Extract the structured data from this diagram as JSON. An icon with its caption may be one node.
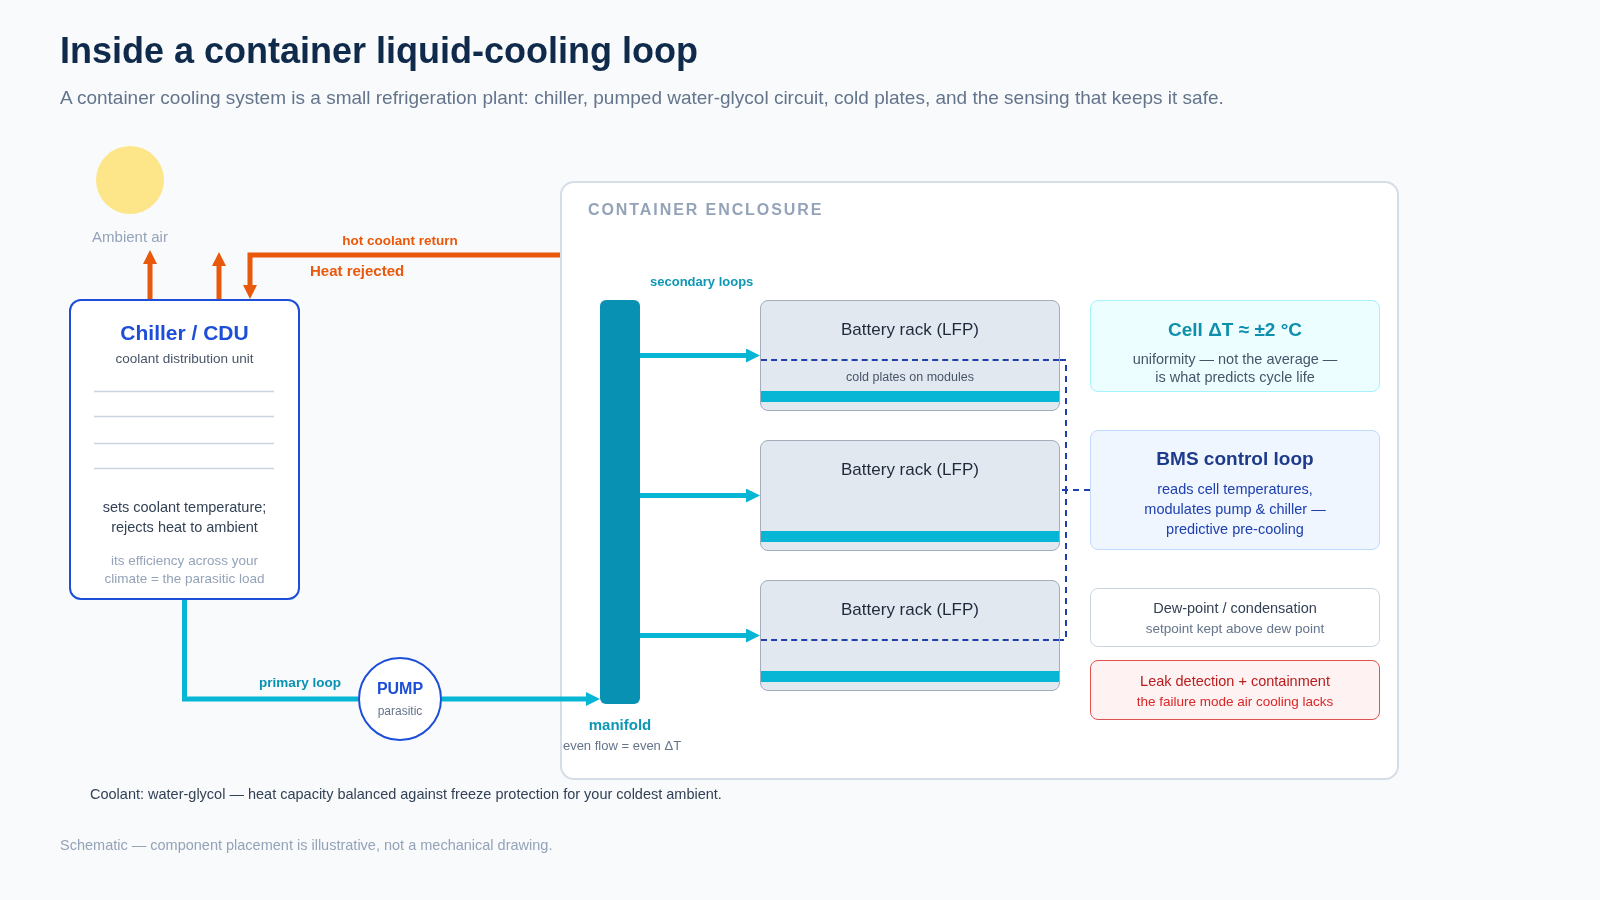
{
  "diagram": {
    "title": "Inside a container liquid-cooling loop",
    "caption": "Schematic — component placement is illustrative, not a mechanical drawing.",
    "nodes": [
      {
        "text": [
          "Ambient air"
        ]
      },
      {
        "text": [
          "Chiller / CDU",
          "coolant distribution unit",
          "sets coolant temperature; rejects heat to ambient",
          "its efficiency across your climate = the parasitic load"
        ]
      },
      {
        "text": [
          "PUMP",
          "parasitic"
        ]
      },
      {
        "text": [
          "CONTAINER ENCLOSURE"
        ]
      },
      {
        "text": [],
        "shape": "bar",
        "in": 3,
        "beside": [
          "manifold",
          "even flow = even ΔT"
        ]
      },
      {
        "text": [
          "Battery rack (LFP)",
          "cold plates on modules"
        ],
        "in": 3
      },
      {
        "text": [
          "Cell ΔT ≈ ±2 °C",
          "uniformity — not the average — is what predicts cycle life"
        ],
        "in": 3
      },
      {
        "text": [
          "Battery rack (LFP)"
        ],
        "in": 3
      },
      {
        "text": [
          "BMS control loop",
          "reads cell temperatures, modulates pump & chiller — predictive pre-cooling"
        ],
        "in": 3
      },
      {
        "text": [
          "Battery rack (LFP)"
        ],
        "in": 3
      },
      {
        "text": [
          "Dew-point / condensation",
          "setpoint kept above dew point"
        ],
        "in": 3
      },
      {
        "text": [
          "Leak detection + containment",
          "the failure mode air cooling lacks"
        ],
        "in": 3
      }
    ],
    "edges": [
      {
        "from": 1,
        "to": 0,
        "arrow": "to",
        "color": "#e8590c"
      },
      {
        "from": 1,
        "to": null,
        "arrow": "to",
        "color": "#e8590c"
      },
      {
        "from": 3,
        "to": 1,
        "arrow": "to",
        "label": "hot coolant return",
        "color": "#e8590c"
      },
      {
        "from": 1,
        "to": 2,
        "arrow": "none",
        "label": "primary loop"
      },
      {
        "from": 2,
        "to": 4,
        "arrow": "to"
      },
      {
        "from": 4,
        "to": 5,
        "arrow": "to"
      },
      {
        "from": 4,
        "to": 7,
        "arrow": "to"
      },
      {
        "from": 4,
        "to": 9,
        "arrow": "to"
      },
      {
        "from": 8,
        "to": 5,
        "arrow": "none",
        "style": "dashed",
        "color": "#1e40af"
      },
      {
        "from": 8,
        "to": 7,
        "arrow": "none",
        "style": "dashed",
        "color": "#1e40af"
      },
      {
        "from": 8,
        "to": 9,
        "arrow": "none",
        "style": "dashed",
        "color": "#1e40af"
      }
    ],
    "labels": [
      "A container cooling system is a small refrigeration plant: chiller, pumped water-glycol circuit, cold plates, and the sensing that keeps it safe.",
      "Heat rejected",
      "secondary loops",
      "Coolant: water-glycol — heat capacity balanced against freeze protection for your coldest ambient."
    ]
  }
}
